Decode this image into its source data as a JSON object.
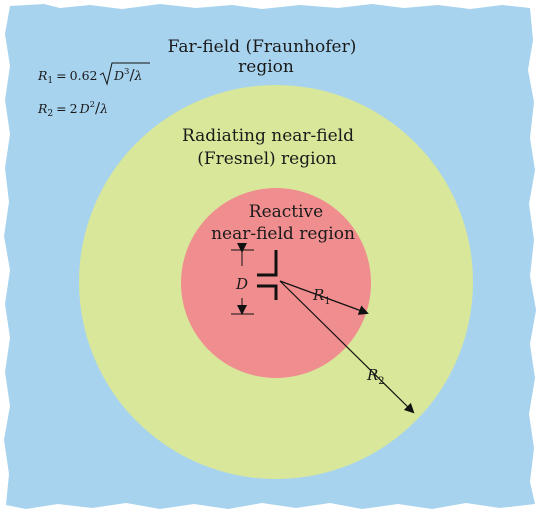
{
  "colors": {
    "far_field": "#a7d3ee",
    "near_field_radiating": "#d8e79a",
    "near_field_reactive": "#f08d8f",
    "lines": "#111111",
    "text": "#1a1a1a"
  },
  "regions": {
    "far_field": {
      "line1": "Far-field (Fraunhofer)",
      "line2": "region"
    },
    "radiating_near_field": {
      "line1": "Radiating near-field",
      "line2": "(Fresnel) region"
    },
    "reactive_near_field": {
      "line1": "Reactive",
      "line2": "near-field region"
    }
  },
  "formulas": {
    "r1": {
      "lhs_symbol": "R",
      "lhs_subscript": "1",
      "equals": "=",
      "coefficient": "0.62",
      "numerator_base": "D",
      "numerator_exp": "3",
      "slash": "/",
      "denominator": "λ"
    },
    "r2": {
      "lhs_symbol": "R",
      "lhs_subscript": "2",
      "equals": "=",
      "coefficient": "2",
      "numerator_base": "D",
      "numerator_exp": "2",
      "slash": "/",
      "denominator": "λ"
    }
  },
  "annotations": {
    "aperture": "D",
    "radius1_symbol": "R",
    "radius1_subscript": "1",
    "radius2_symbol": "R",
    "radius2_subscript": "2"
  },
  "icons": {
    "antenna": "dipole-antenna-icon",
    "arrow": "arrowhead-icon"
  }
}
